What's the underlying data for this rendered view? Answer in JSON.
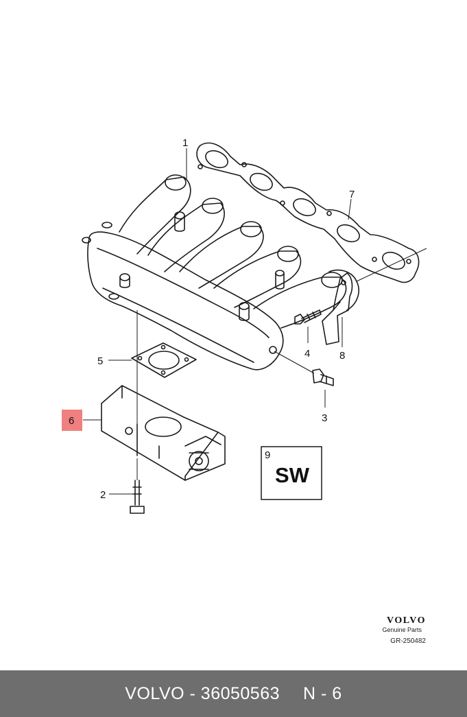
{
  "callouts": {
    "c1": "1",
    "c2": "2",
    "c3": "3",
    "c4": "4",
    "c5": "5",
    "c6": "6",
    "c7": "7",
    "c8": "8",
    "c9": "9"
  },
  "sw_box_text": "SW",
  "brand": {
    "name": "VOLVO",
    "subtitle": "Genuine Parts",
    "drawing_code": "GR-250482"
  },
  "footer": {
    "part_info": "VOLVO - 36050563",
    "position": "N - 6"
  },
  "colors": {
    "highlight": "#f08080",
    "footer_bg": "#6e6e6e",
    "line": "#1a1a1a"
  }
}
